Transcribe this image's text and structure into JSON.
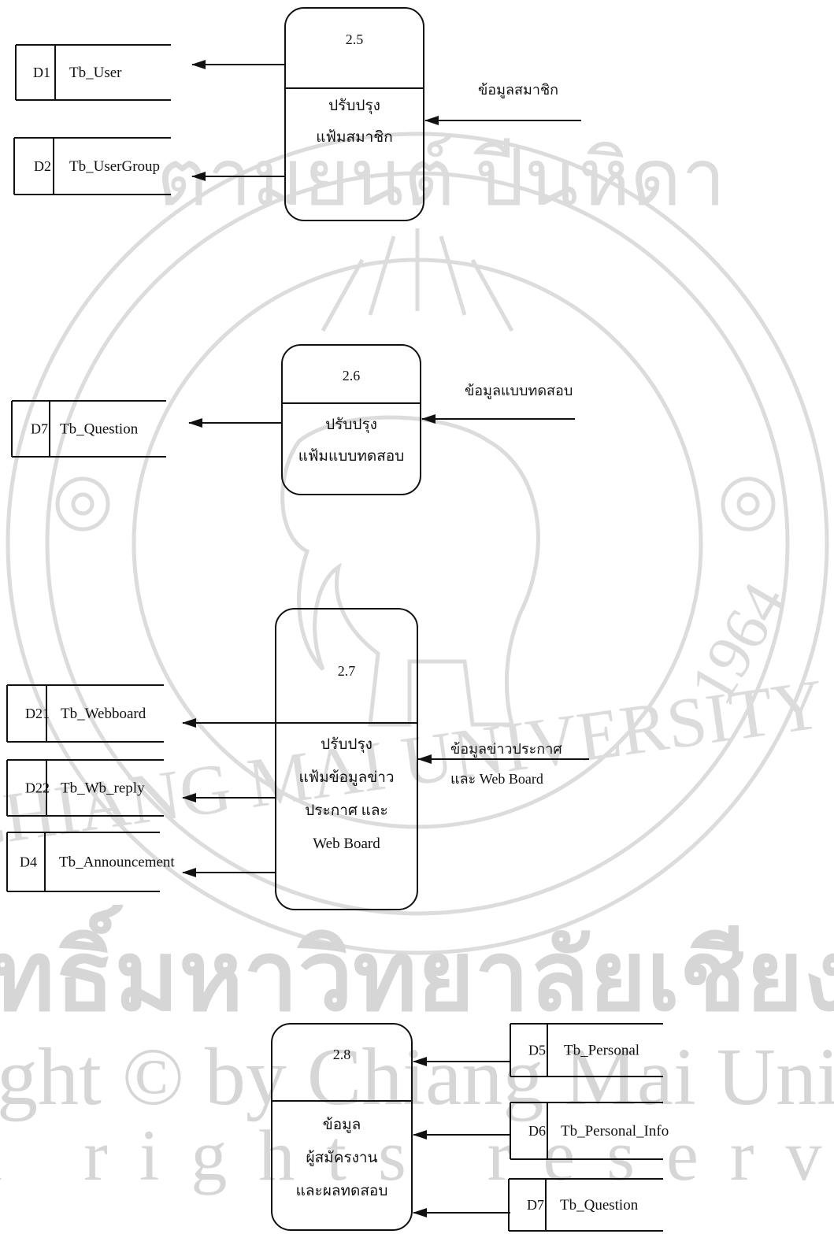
{
  "colors": {
    "ink": "#111111",
    "watermark": "#dcdcdc"
  },
  "watermark": {
    "seal_top_text": "ตามยนต์ ปีนหิดา",
    "seal_bottom_text": "CHIANG MAI UNIVERSITY",
    "seal_year": "1964",
    "line1": "ลิขสิทธิ์มหาวิทยาลัยเชียงใหม่",
    "line2": "Copyright © by Chiang Mai University",
    "line3": "All rights reserved"
  },
  "processes": [
    {
      "id": "2.5",
      "lines": [
        "ปรับปรุง",
        "แฟ้มสมาชิก"
      ]
    },
    {
      "id": "2.6",
      "lines": [
        "ปรับปรุง",
        "แฟ้มแบบทดสอบ"
      ]
    },
    {
      "id": "2.7",
      "lines": [
        "ปรับปรุง",
        "แฟ้มข้อมูลข่าว",
        "ประกาศ และ",
        "Web Board"
      ]
    },
    {
      "id": "2.8",
      "lines": [
        "ข้อมูล",
        "ผู้สมัครงาน",
        "และผลทดสอบ"
      ]
    }
  ],
  "stores": [
    {
      "code": "D1",
      "name": "Tb_User"
    },
    {
      "code": "D2",
      "name": "Tb_UserGroup"
    },
    {
      "code": "D7",
      "name": "Tb_Question"
    },
    {
      "code": "D21",
      "name": "Tb_Webboard"
    },
    {
      "code": "D22",
      "name": "Tb_Wb_reply"
    },
    {
      "code": "D4",
      "name": "Tb_Announcement"
    },
    {
      "code": "D5",
      "name": "Tb_Personal"
    },
    {
      "code": "D6",
      "name": "Tb_Personal_Info"
    },
    {
      "code": "D7",
      "name": "Tb_Question"
    }
  ],
  "flows": [
    {
      "lines": [
        "ข้อมูลสมาชิก"
      ]
    },
    {
      "lines": [
        "ข้อมูลแบบทดสอบ"
      ]
    },
    {
      "lines": [
        "ข้อมูลข่าวประกาศ",
        "และ Web Board"
      ]
    }
  ]
}
